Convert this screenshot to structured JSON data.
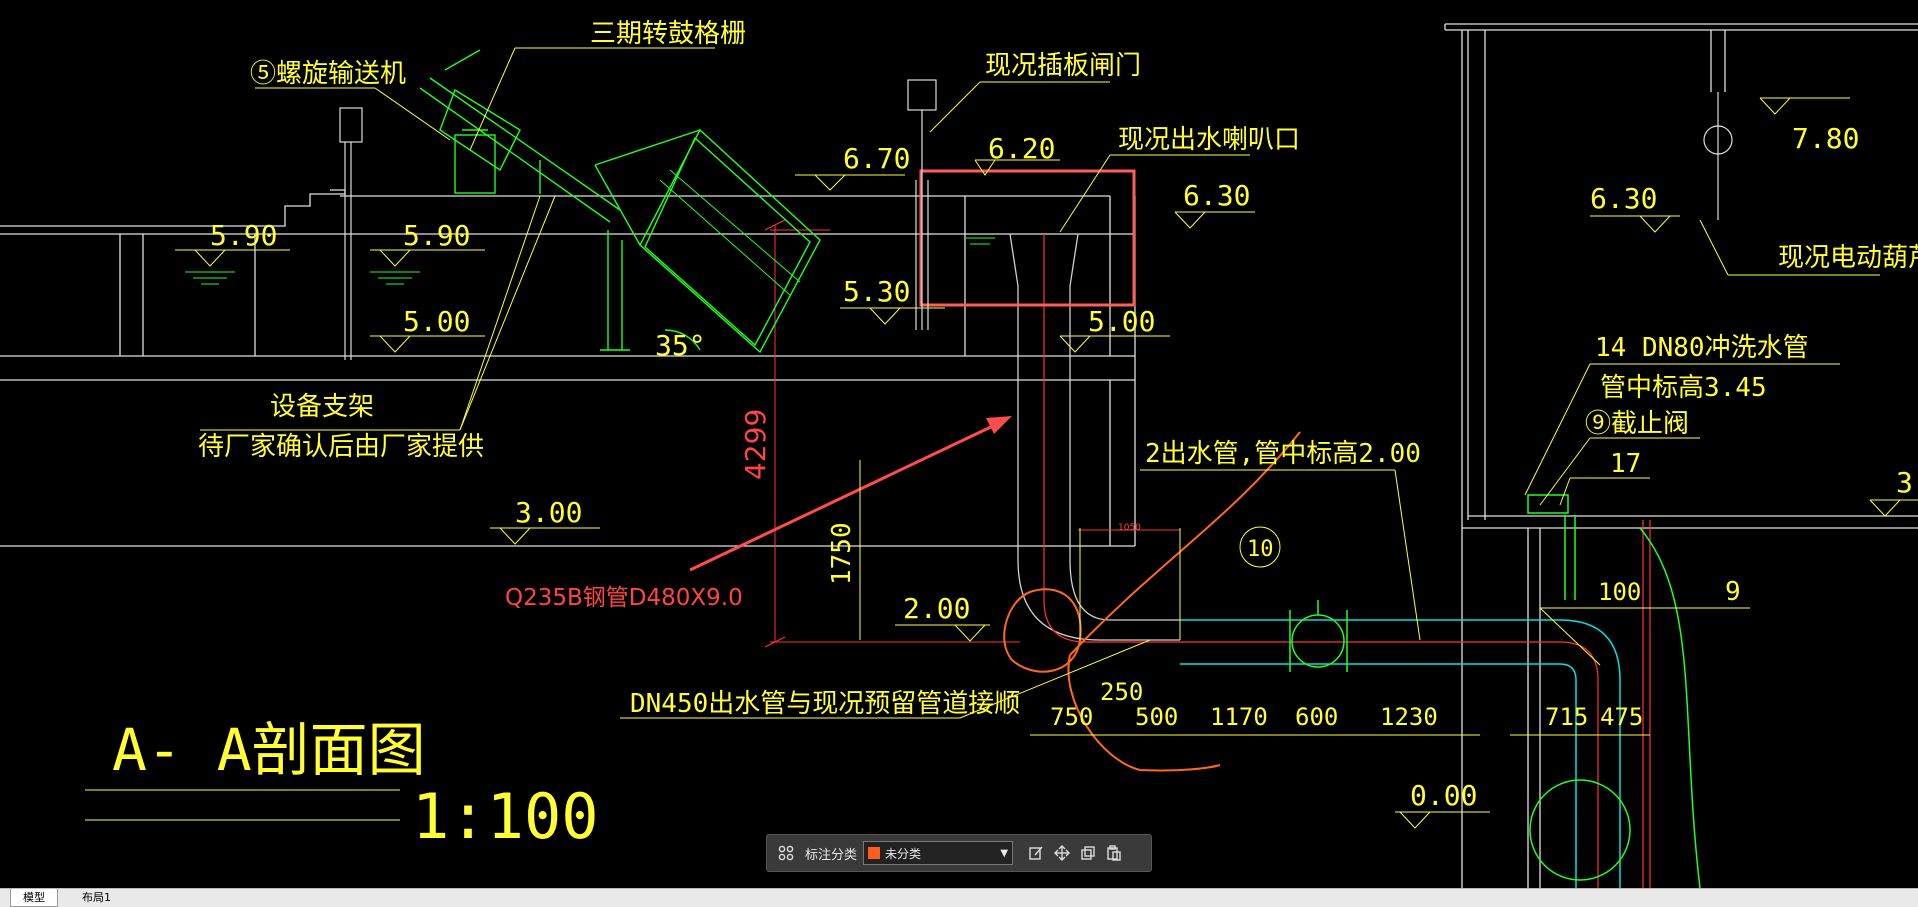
{
  "drawing": {
    "title": "A- A剖面图",
    "scale": "1:100",
    "labels": {
      "screw_conveyor": "⑤螺旋输送机",
      "drum_screen": "三期转鼓格栅",
      "sluice_gate": "现况插板闸门",
      "outlet_bell": "现况出水喇叭口",
      "electric_hoist": "现况电动葫芦",
      "flush_pipe": "14  DN80冲洗水管",
      "flush_pipe_elev": "管中标高3.45",
      "stop_valve": "⑨截止阀",
      "valve_17": "17",
      "outlet_pipe": "2出水管,管中标高2.00",
      "equip_support": "设备支架",
      "equip_support_note": "待厂家确认后由厂家提供",
      "dn450_note": "DN450出水管与现况预留管道接顺",
      "steel_pipe_note": "Q235B钢管D480X9.0",
      "circle_10": "10",
      "label_9": "9",
      "label_100": "100",
      "angle": "35°",
      "small_dim": "1050"
    },
    "elevations": [
      "6.70",
      "6.20",
      "6.30",
      "5.90",
      "5.90",
      "5.00",
      "5.30",
      "5.00",
      "7.80",
      "6.30",
      "3.00",
      "2.00",
      "0.00",
      "3"
    ],
    "dimensions": [
      "4299",
      "1750",
      "750",
      "250",
      "500",
      "1170",
      "600",
      "1230",
      "715",
      "475"
    ]
  },
  "toolbar": {
    "category_label": "标注分类",
    "category_value": "未分类",
    "category_color": "#ff5a1f"
  },
  "tabs": [
    "模型",
    "布局1"
  ]
}
